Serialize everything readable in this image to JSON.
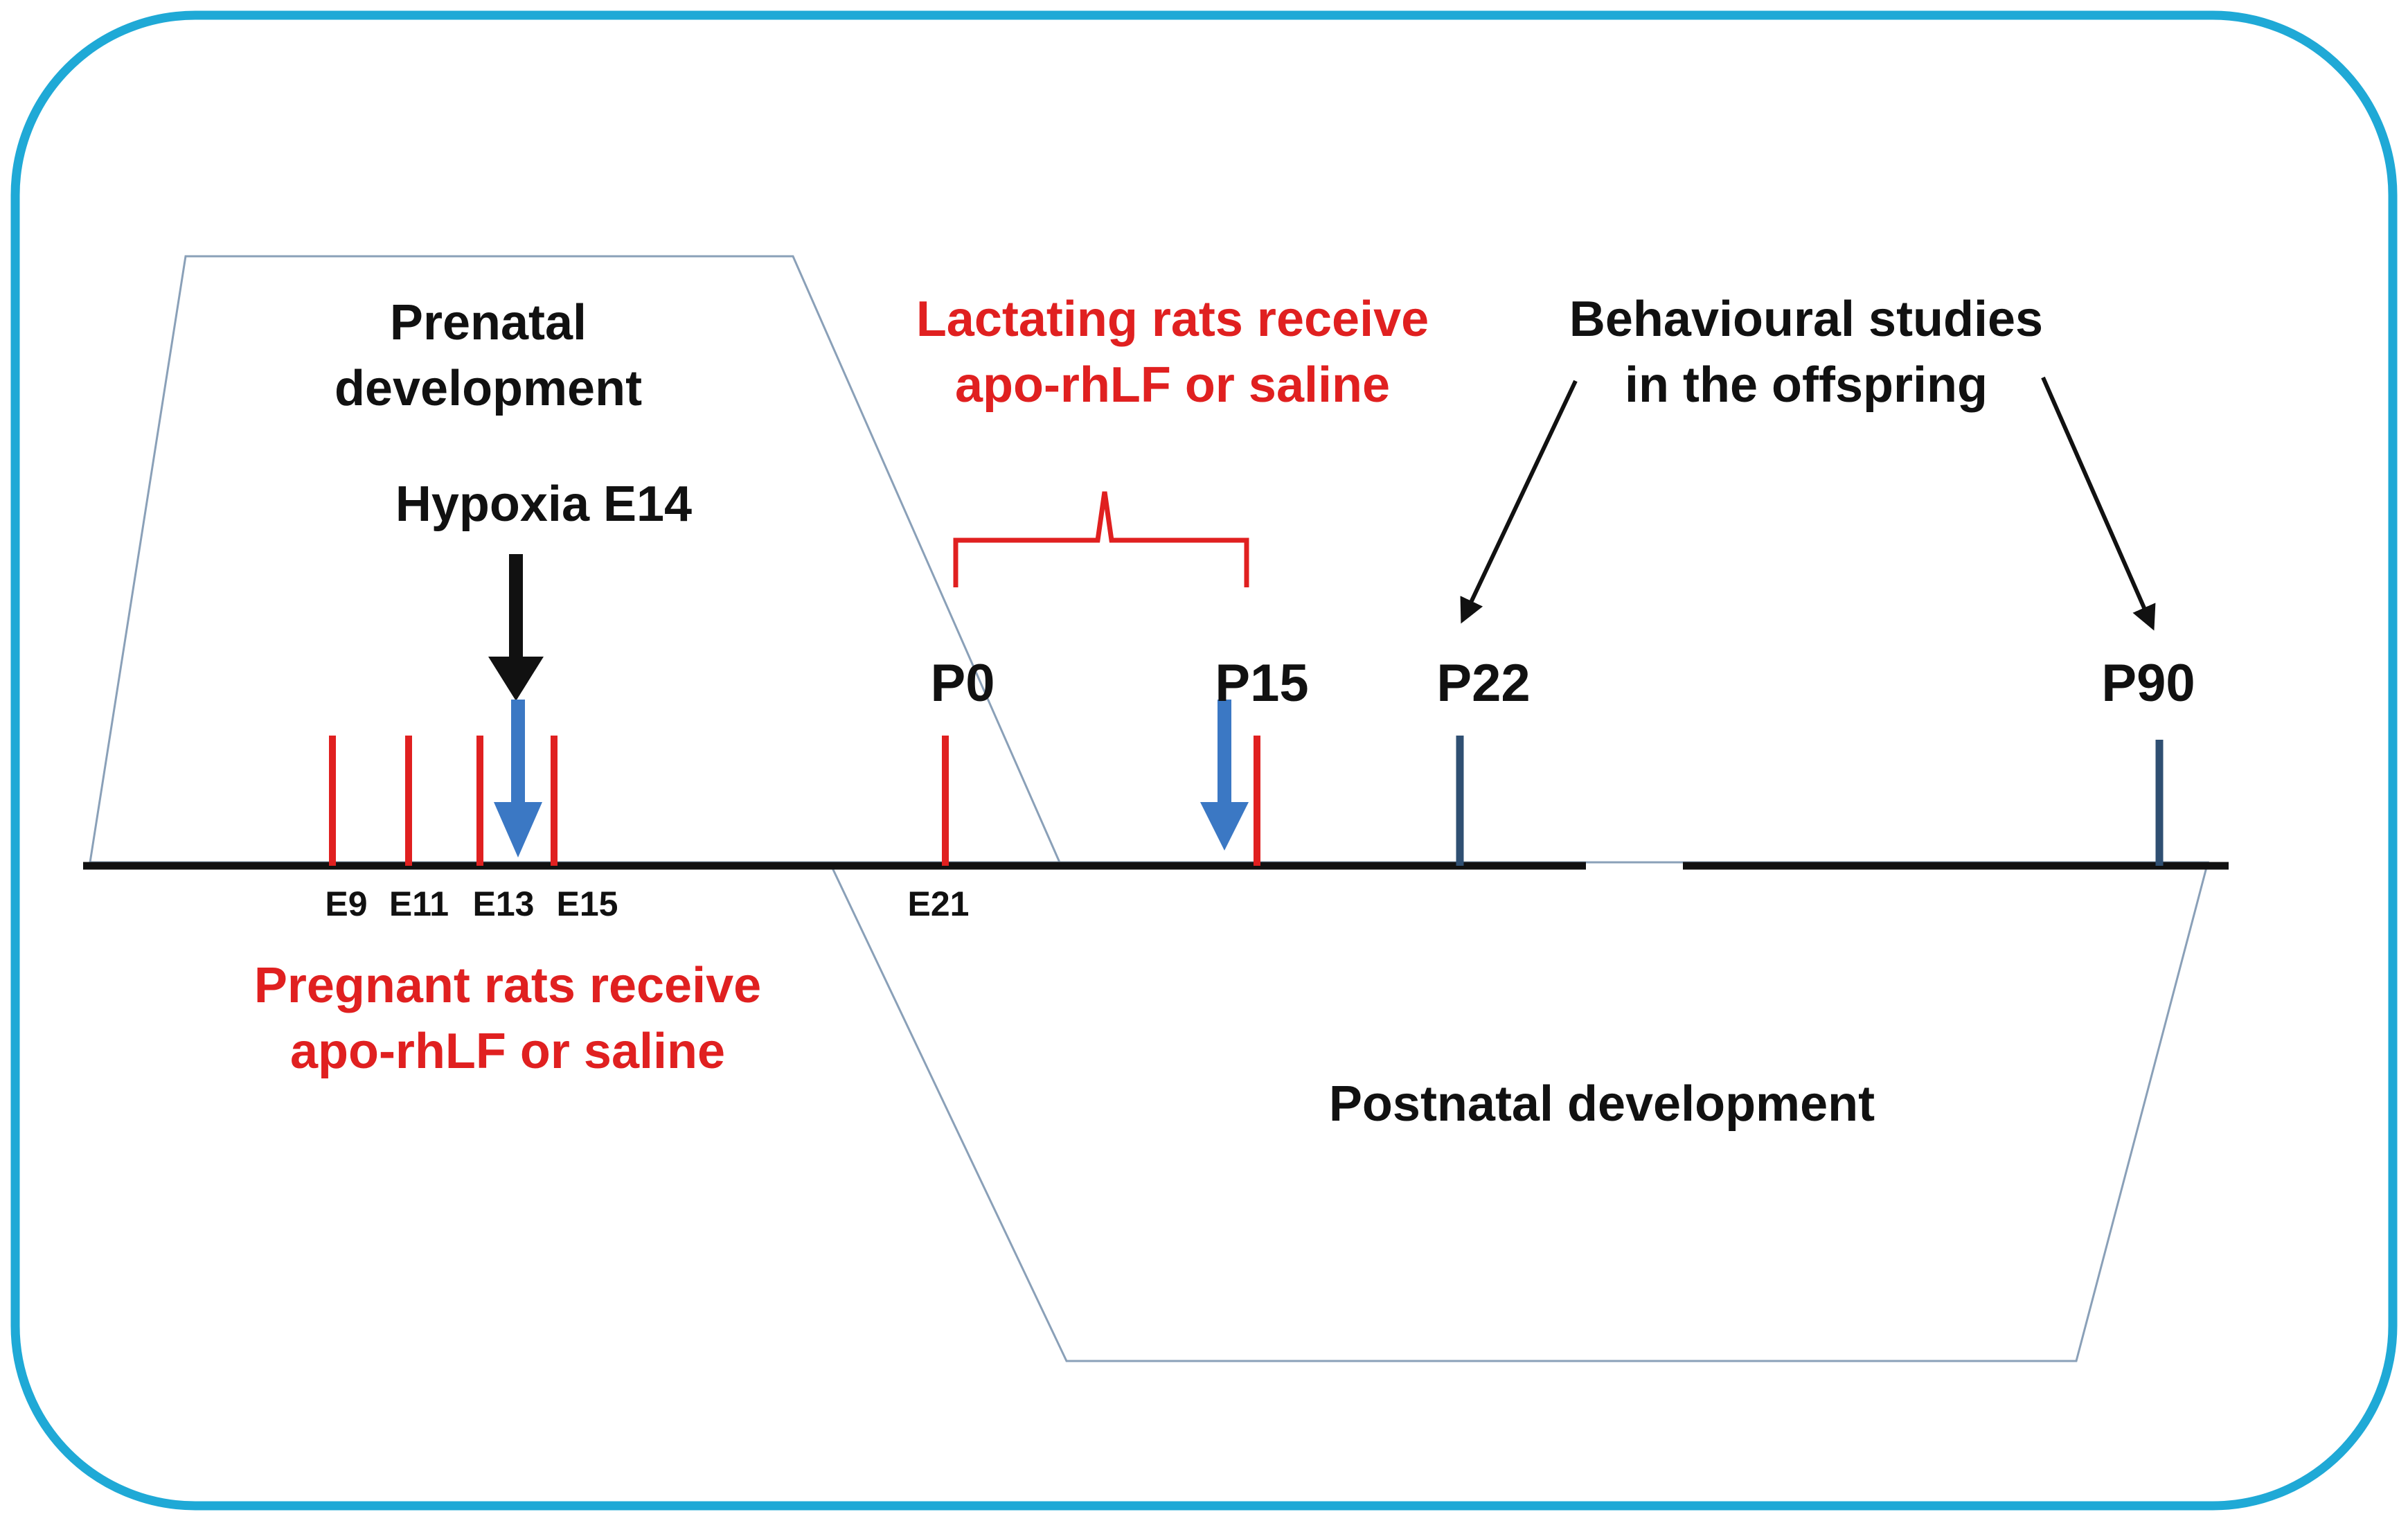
{
  "labels": {
    "prenatal_line1": "Prenatal",
    "prenatal_line2": "development",
    "hypoxia": "Hypoxia E14",
    "lactating_line1": "Lactating rats receive",
    "lactating_line2": "apo-rhLF or saline",
    "behavioural_line1": "Behavioural studies",
    "behavioural_line2": "in the offspring",
    "pregnant_line1": "Pregnant rats receive",
    "pregnant_line2": "apo-rhLF or saline",
    "postnatal": "Postnatal development"
  },
  "ticks": {
    "e9": "E9",
    "e11": "E11",
    "e13": "E13",
    "e15": "E15",
    "e21": "E21",
    "p0": "P0",
    "p15": "P15",
    "p22": "P22",
    "p90": "P90"
  },
  "colors": {
    "frame": "#1fa9d6",
    "treatment": "#e02020",
    "timeline": "#111111",
    "blue_arrow": "#3b78c4",
    "behaviour_tick": "#2f4f72",
    "outline": "#8aa0b8"
  }
}
